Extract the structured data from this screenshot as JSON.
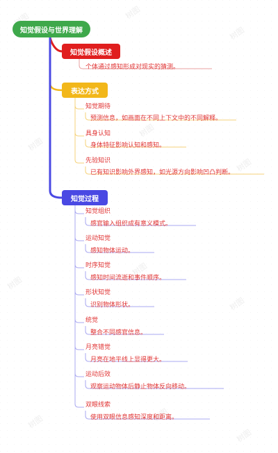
{
  "root": {
    "label": "知觉假设与世界理解"
  },
  "sections": {
    "overview": {
      "label": "知觉假设概述",
      "desc": "个体通过感知形成对现实的猜测。"
    },
    "expression": {
      "label": "表达方式",
      "items": [
        {
          "label": "知觉期待",
          "desc": "预测信息，如画面在不同上下文中的不同解释。"
        },
        {
          "label": "具身认知",
          "desc": "身体特征影响认知和感知。"
        },
        {
          "label": "先验知识",
          "desc": "已有知识影响外界感知，如光源方向影响凹凸判断。"
        }
      ]
    },
    "process": {
      "label": "知觉过程",
      "items": [
        {
          "label": "知觉组织",
          "desc": "感官输入组织成有意义模式。"
        },
        {
          "label": "运动知觉",
          "desc": "感知物体运动。"
        },
        {
          "label": "时序知觉",
          "desc": "感知时间流逝和事件顺序。"
        },
        {
          "label": "形状知觉",
          "desc": "识别物体形状。"
        },
        {
          "label": "统觉",
          "desc": "整合不同感官信息。"
        },
        {
          "label": "月亮错觉",
          "desc": "月亮在地平线上显得更大。"
        },
        {
          "label": "运动后效",
          "desc": "观察运动物体后静止物体反向移动。"
        },
        {
          "label": "双眼线索",
          "desc": "使用双眼信息感知深度和距离。"
        }
      ]
    }
  },
  "colors": {
    "root": "#3ea84b",
    "overview": "#e01e1e",
    "expression": "#f2b71a",
    "process": "#4a49e3",
    "text": "#e03535"
  },
  "watermark": "树图"
}
